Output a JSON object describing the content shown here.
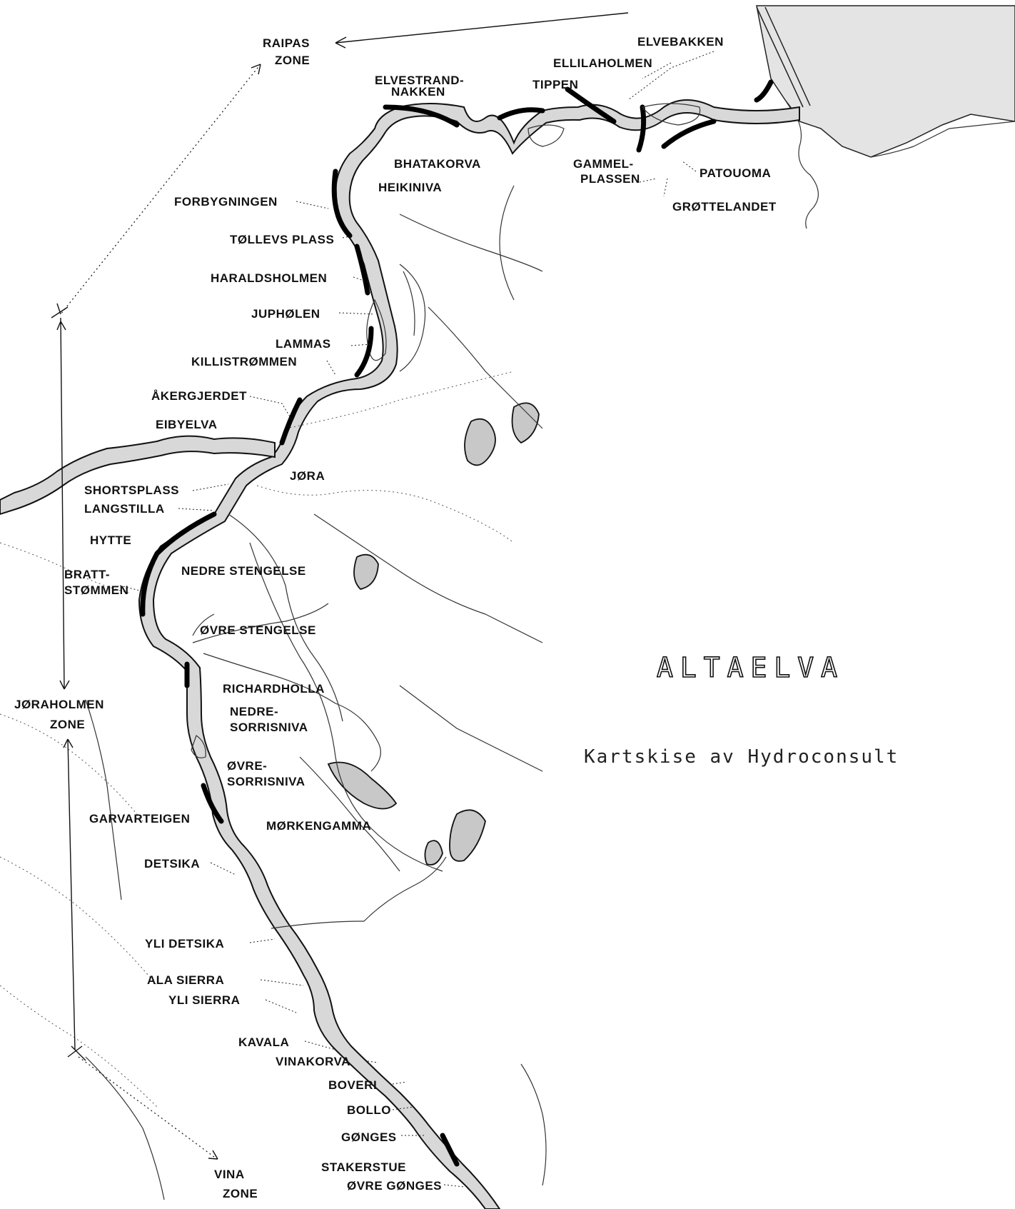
{
  "map": {
    "title": "ALTAELVA",
    "subtitle": "Kartskise av Hydroconsult"
  },
  "zones": [
    {
      "id": "raipas",
      "line1": "RAIPAS",
      "line2": "ZONE"
    },
    {
      "id": "joraholmen",
      "line1": "JØRAHOLMEN",
      "line2": "ZONE"
    },
    {
      "id": "vina",
      "line1": "VINA",
      "line2": "ZONE"
    }
  ],
  "places": {
    "elvebakken": "ELVEBAKKEN",
    "elilaholmen": "ELLILAHOLMEN",
    "tippen": "TIPPEN",
    "elvestrandnakken_1": "ELVESTRAND-",
    "elvestrandnakken_2": "NAKKEN",
    "bhatakorva": "BHATAKORVA",
    "gammelplassen_1": "GAMMEL-",
    "gammelplassen_2": "PLASSEN",
    "patouoma": "PATOUOMA",
    "grottelandet": "GRØTTELANDET",
    "heikiniva": "HEIKINIVA",
    "forbygningen": "FORBYGNINGEN",
    "tollevs_plass": "TØLLEVS PLASS",
    "haraldsholmen": "HARALDSHOLMEN",
    "juphølen": "JUPHØLEN",
    "lammas": "LAMMAS",
    "killistrommen": "KILLISTRØMMEN",
    "akergjerdet": "ÅKERGJERDET",
    "eibyelva": "EIBYELVA",
    "jora": "JØRA",
    "shortsplass": "SHORTSPLASS",
    "langstilla": "LANGSTILLA",
    "hytte": "HYTTE",
    "brattstommen_1": "BRATT-",
    "brattstommen_2": "STØMMEN",
    "nedre_stengelse": "NEDRE STENGELSE",
    "ovre_stengelse": "ØVRE STENGELSE",
    "richardholla": "RICHARDHOLLA",
    "nedre_sorrisniva_1": "NEDRE-",
    "nedre_sorrisniva_2": "SORRISNIVA",
    "ovre_sorrisniva_1": "ØVRE-",
    "ovre_sorrisniva_2": "SORRISNIVA",
    "garvarteigen": "GARVARTEIGEN",
    "morkengamma": "MØRKENGAMMA",
    "detsika": "DETSIKA",
    "yli_detsika": "YLI DETSIKA",
    "ala_sierra": "ALA SIERRA",
    "yli_sierra": "YLI SIERRA",
    "kavala": "KAVALA",
    "vinakorva": "VINAKORVA",
    "boveri": "BOVERI",
    "bollo": "BOLLO",
    "gonges": "GØNGES",
    "stakerstue": "STAKERSTUE",
    "ovre_gonges": "ØVRE GØNGES"
  }
}
